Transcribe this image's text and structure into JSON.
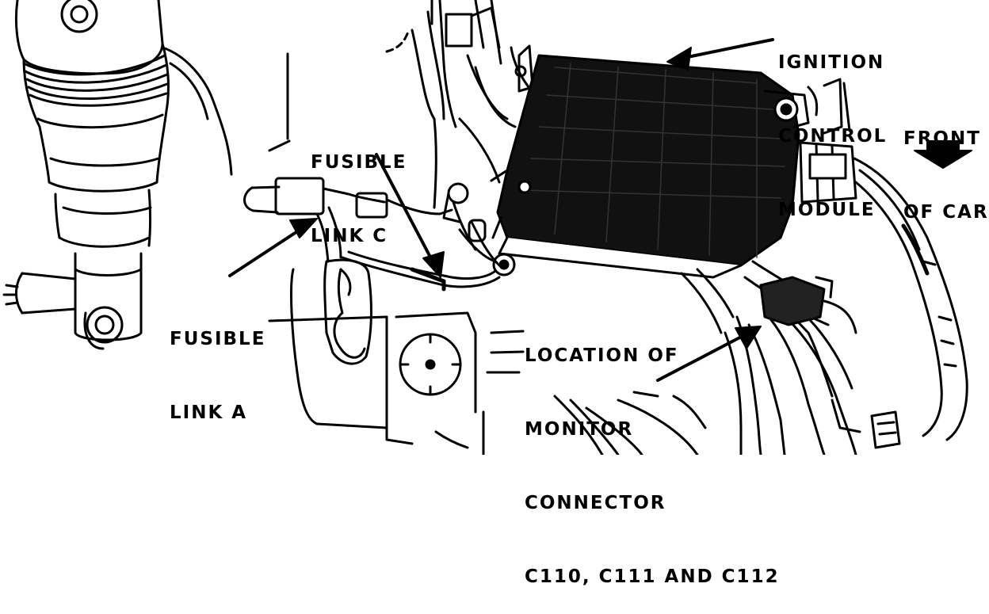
{
  "labels": {
    "ignition_control_module": [
      "IGNITION",
      "CONTROL",
      "MODULE"
    ],
    "front_of_car": [
      "FRONT",
      "OF CAR"
    ],
    "fusible_link_c": [
      "FUSIBLE",
      "LINK C"
    ],
    "fusible_link_a": [
      "FUSIBLE",
      "LINK A"
    ],
    "monitor_connector": [
      "LOCATION OF",
      "MONITOR",
      "CONNECTOR",
      "C110, C111 AND C112"
    ]
  },
  "colors": {
    "ink": "#000000",
    "paper": "#ffffff"
  }
}
